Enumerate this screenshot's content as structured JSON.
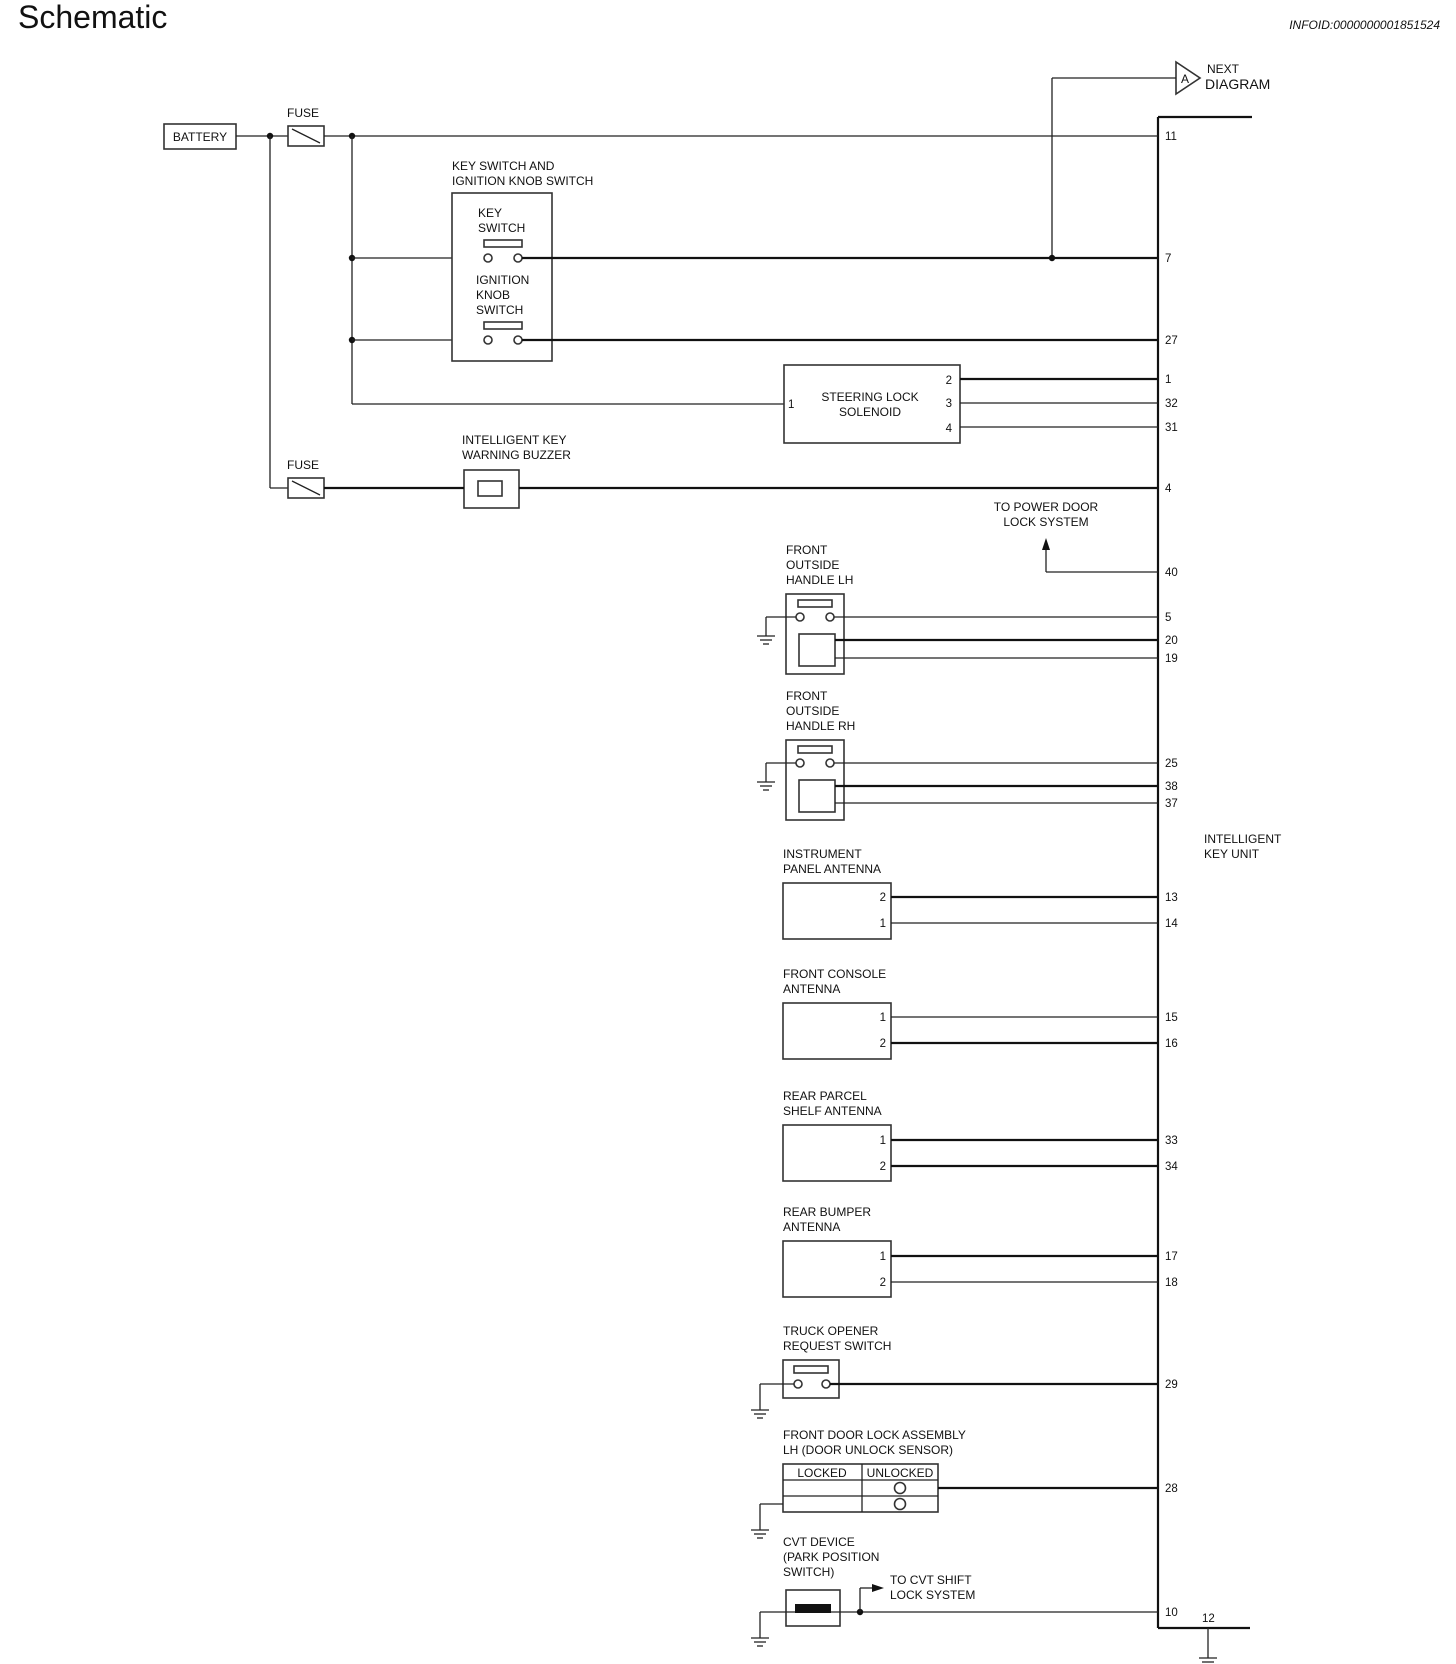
{
  "header": {
    "title": "Schematic",
    "info_id": "INFOID:0000000001851524"
  },
  "next_diagram": {
    "connector_letter": "A",
    "line1": "NEXT",
    "line2": "DIAGRAM"
  },
  "battery": {
    "label": "BATTERY"
  },
  "fuses": {
    "top_label": "FUSE",
    "bottom_label": "FUSE"
  },
  "key_switch_assembly": {
    "title_line1": "KEY SWITCH AND",
    "title_line2": "IGNITION KNOB SWITCH",
    "key_switch_line1": "KEY",
    "key_switch_line2": "SWITCH",
    "ignition_line1": "IGNITION",
    "ignition_line2": "KNOB",
    "ignition_line3": "SWITCH"
  },
  "steering_lock": {
    "line1": "STEERING LOCK",
    "line2": "SOLENOID",
    "pin_in": "1",
    "pins": [
      "2",
      "3",
      "4"
    ]
  },
  "buzzer": {
    "line1": "INTELLIGENT KEY",
    "line2": "WARNING BUZZER"
  },
  "power_door_lock": {
    "line1": "TO POWER DOOR",
    "line2": "LOCK SYSTEM"
  },
  "front_outside_handle_lh": {
    "line1": "FRONT",
    "line2": "OUTSIDE",
    "line3": "HANDLE LH"
  },
  "front_outside_handle_rh": {
    "line1": "FRONT",
    "line2": "OUTSIDE",
    "line3": "HANDLE RH"
  },
  "intelligent_key_unit": {
    "line1": "INTELLIGENT",
    "line2": "KEY UNIT"
  },
  "antennas": [
    {
      "line1": "INSTRUMENT",
      "line2": "PANEL ANTENNA",
      "pin_a": "2",
      "pin_b": "1"
    },
    {
      "line1": "FRONT CONSOLE",
      "line2": "ANTENNA",
      "pin_a": "1",
      "pin_b": "2"
    },
    {
      "line1": "REAR PARCEL",
      "line2": "SHELF ANTENNA",
      "pin_a": "1",
      "pin_b": "2"
    },
    {
      "line1": "REAR BUMPER",
      "line2": "ANTENNA",
      "pin_a": "1",
      "pin_b": "2"
    }
  ],
  "trunk_switch": {
    "line1": "TRUCK OPENER",
    "line2": "REQUEST SWITCH"
  },
  "door_lock_assembly": {
    "line1": "FRONT DOOR LOCK ASSEMBLY",
    "line2": "LH (DOOR UNLOCK SENSOR)",
    "col_locked": "LOCKED",
    "col_unlocked": "UNLOCKED"
  },
  "cvt_device": {
    "line1": "CVT DEVICE",
    "line2": "(PARK POSITION",
    "line3": "SWITCH)",
    "shift_line1": "TO CVT SHIFT",
    "shift_line2": "LOCK SYSTEM"
  },
  "unit_pins": {
    "p11": "11",
    "p7": "7",
    "p27": "27",
    "p1": "1",
    "p32": "32",
    "p31": "31",
    "p4": "4",
    "p40": "40",
    "p5": "5",
    "p20": "20",
    "p19": "19",
    "p25": "25",
    "p38": "38",
    "p37": "37",
    "p13": "13",
    "p14": "14",
    "p15": "15",
    "p16": "16",
    "p33": "33",
    "p34": "34",
    "p17": "17",
    "p18": "18",
    "p29": "29",
    "p28": "28",
    "p10": "10",
    "p12": "12"
  }
}
